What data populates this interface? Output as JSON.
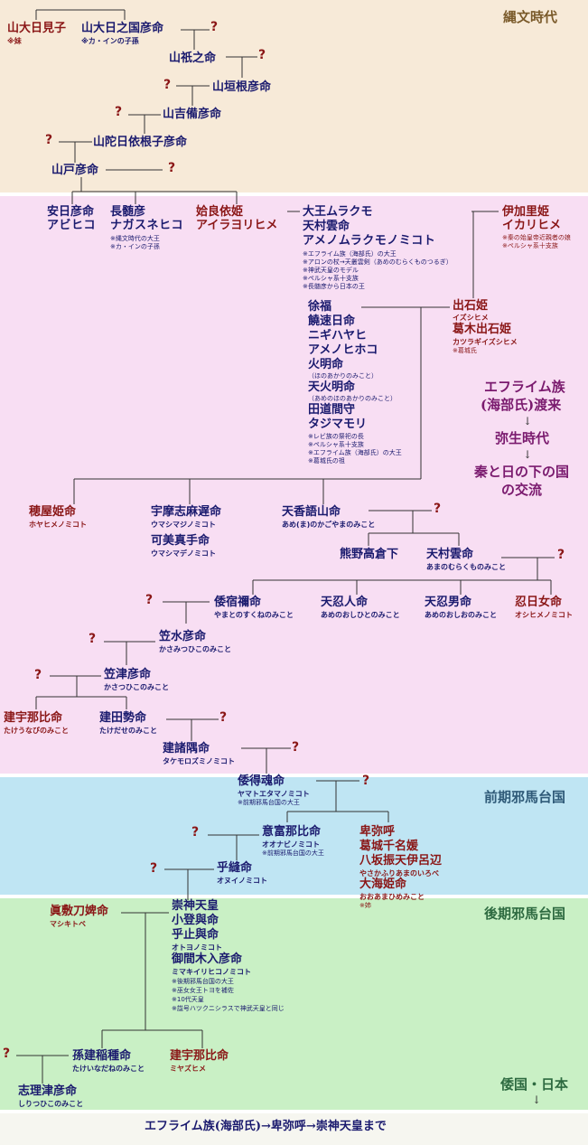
{
  "eras": {
    "jomon": "縄文時代",
    "early_yamatai": "前期邪馬台国",
    "late_yamatai": "後期邪馬台国",
    "wakoku": "倭国・日本",
    "down_arrow": "↓"
  },
  "middle_labels": {
    "line1": "エフライム族",
    "line2": "(海部氏)渡来",
    "arrow": "↓",
    "line3": "弥生時代",
    "line4": "秦と日の下の国",
    "line5": "の交流"
  },
  "footer": "エフライム族(海部氏)→卑弥呼→崇神天皇まで",
  "qmark": "?",
  "people": {
    "yamaoohiruko": {
      "name": "山大日見子",
      "note": "※妹"
    },
    "yamaoohinokuni": {
      "name": "山大日之国彦命",
      "note": "※カ・インの子孫"
    },
    "yamasuminomikoto": {
      "name": "山祇之命"
    },
    "yamagakinehiko": {
      "name": "山垣根彦命"
    },
    "yamakibihiko": {
      "name": "山吉備彦命"
    },
    "yamadahiyoneko": {
      "name": "山陀日依根子彦命"
    },
    "yamatohiko": {
      "name": "山戸彦命"
    },
    "abihiko": {
      "name": "安日彦命",
      "kana": "アビヒコ"
    },
    "nagasunehiko": {
      "name": "長髄彦",
      "kana": "ナガスネヒコ",
      "note1": "※縄文時代の大王",
      "note2": "※カ・インの子孫"
    },
    "airayori": {
      "name": "姶良依姫",
      "kana": "アイラヨリヒメ"
    },
    "ooimurakumo": {
      "lines": [
        "大王ムラクモ",
        "天村雲命",
        "アメノムラクモノミコト"
      ],
      "notes": [
        "※エフライム族（海部氏）の大王",
        "※アロンの杖→天叢雲剣（あめのむらくものつるぎ）",
        "※神武天皇のモデル",
        "※ペルシャ系十支族",
        "※長髄彦から日本の王"
      ]
    },
    "ikarihime": {
      "name": "伊加里姫",
      "kana": "イカリヒメ",
      "note1": "※秦の始皇帝近親者の娘",
      "note2": "※ペルシャ系十支族"
    },
    "jofuku": {
      "lines": [
        "徐福",
        "饒速日命",
        "ニギハヤヒ",
        "アメノヒホコ",
        "火明命"
      ],
      "sub1": "（ほのあかりのみこと）",
      "lines2": [
        "天火明命"
      ],
      "sub2": "（あめのほのあかりのみこと）",
      "lines3": [
        "田道間守",
        "タジマモリ"
      ],
      "notes": [
        "※レビ族の祭祀の長",
        "※ペルシャ系十支族",
        "※エフライム族（海部氏）の大王",
        "※葛城氏の祖"
      ]
    },
    "izushi": {
      "name": "出石姫",
      "kana": "イズシヒメ",
      "name2": "葛木出石姫",
      "kana2": "カツラギイズシヒメ",
      "note": "※葛城氏"
    },
    "hoyahime": {
      "name": "穂屋姫命",
      "kana": "ホヤヒメノミコト"
    },
    "umashimaji": {
      "name": "宇摩志麻遅命",
      "kana": "ウマシマジノミコト",
      "name2": "可美真手命",
      "kana2": "ウマシマデノミコト"
    },
    "amenokagoyama": {
      "name": "天香語山命",
      "kana": "あめ(ま)のかごやまのみこと"
    },
    "kumanotakakuraji": {
      "name": "熊野高倉下"
    },
    "amemurakumo2": {
      "name": "天村雲命",
      "kana": "あまのむらくものみこと"
    },
    "yamatonosukune": {
      "name": "倭宿禰命",
      "kana": "やまとのすくねのみこと"
    },
    "ameoshihito": {
      "name": "天忍人命",
      "kana": "あめのおしひとのみこと"
    },
    "ameoshio": {
      "name": "天忍男命",
      "kana": "あめのおしおのみこと"
    },
    "oshihime": {
      "name": "忍日女命",
      "kana": "オシヒメノミコト"
    },
    "kasamizuhiko": {
      "name": "笠水彦命",
      "kana": "かさみつひこのみこと"
    },
    "kasatsuhiko": {
      "name": "笠津彦命",
      "kana": "かさつひこのみこと"
    },
    "takeunahi": {
      "name": "建宇那比命",
      "kana": "たけうなびのみこと"
    },
    "takedase": {
      "name": "建田勢命",
      "kana": "たけだせのみこと"
    },
    "takemorozumi": {
      "name": "建諸隅命",
      "kana": "タケモロズミノミコト"
    },
    "yamatoe": {
      "name": "倭得魂命",
      "kana": "ヤマトエタマノミコト",
      "note": "※前期邪馬台国の大王"
    },
    "ootomahi": {
      "name": "意富那比命",
      "kana": "オオナビノミコト",
      "note": "※前期邪馬台国の大王"
    },
    "himinko": {
      "lines": [
        "卑弥呼",
        "葛城千名媛",
        "八坂振天伊呂辺"
      ],
      "kana": "やさかふりあまのいろべ",
      "name2": "大海姫命",
      "kana2": "おおあまひめみこと",
      "note": "※姉"
    },
    "otonu": {
      "name": "乎縫命",
      "kana": "オヌイノミコト"
    },
    "mashikitobe": {
      "name": "眞敷刀婢命",
      "kana": "マシキトベ"
    },
    "sujin": {
      "lines": [
        "崇神天皇",
        "小登與命",
        "乎止與命"
      ],
      "kana": "オトヨノミコト",
      "name2": "御間木入彦命",
      "kana2": "ミマキイリヒコノミコト",
      "notes": [
        "※後期邪馬台国の大王",
        "※巫女女王トヨを補佐",
        "※10代天皇",
        "※諡号ハツクニシラスで神武天皇と同じ"
      ]
    },
    "takeinadane": {
      "name": "孫建稲種命",
      "kana": "たけいなだねのみこと"
    },
    "takeunahi2": {
      "name": "建宇那比命",
      "kana": "ミヤズヒメ"
    },
    "shiritsuhiko": {
      "name": "志理津彦命",
      "kana": "しりつひこのみこと"
    }
  }
}
